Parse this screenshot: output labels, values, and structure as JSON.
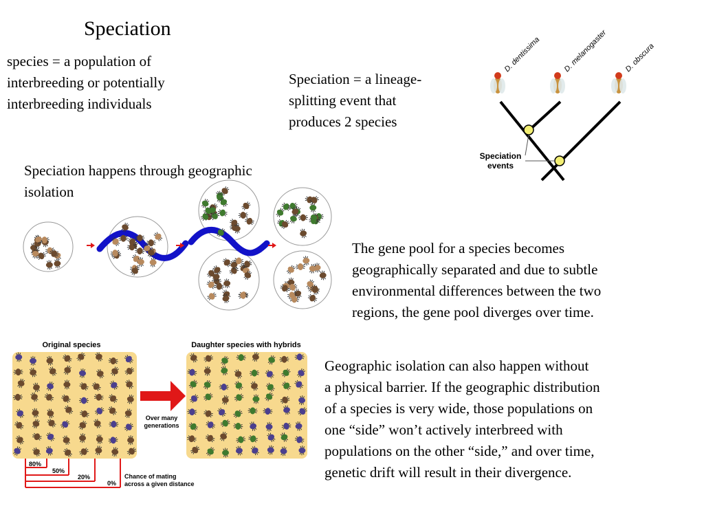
{
  "title": "Speciation",
  "definition": " species = a population of\ninterbreeding or potentially\ninterbreeding individuals",
  "speciation_def": "Speciation = a lineage-\nsplitting event that\nproduces 2 species",
  "geo_heading": "Speciation happens through geographic\nisolation",
  "gene_pool_text": "The gene pool for a species becomes\ngeographically separated and due to subtle\nenvironmental differences between the two\n regions, the gene pool diverges over time.",
  "no_barrier_text": "Geographic isolation can also happen without\na physical barrier.  If the geographic distribution\nof a species is very wide, those populations on\none “side” won’t actively interbreed with\npopulations on the other “side,” and over time,\ngenetic drift will result in their divergence.",
  "tree": {
    "species": [
      "D. dentissima",
      "D. melanogaster",
      "D. obscura"
    ],
    "events_label": "Speciation\nevents"
  },
  "cline": {
    "original_label": "Original species",
    "daughter_label": "Daughter species with hybrids",
    "arrow_label": "Over many\ngenerations",
    "chance_label": "Chance of mating\nacross a given distance",
    "percents": [
      "80%",
      "50%",
      "20%",
      "0%"
    ]
  },
  "colors": {
    "barrier": "#1212c8",
    "arrow_red": "#e01818",
    "panel_fill": "#f7d98e",
    "speciation_node": "#f2ee73",
    "beetle_brown": "#6b4a2e",
    "beetle_green": "#3f7a2e",
    "beetle_purple": "#4b3f8e",
    "beetle_tan": "#b88a5e"
  }
}
